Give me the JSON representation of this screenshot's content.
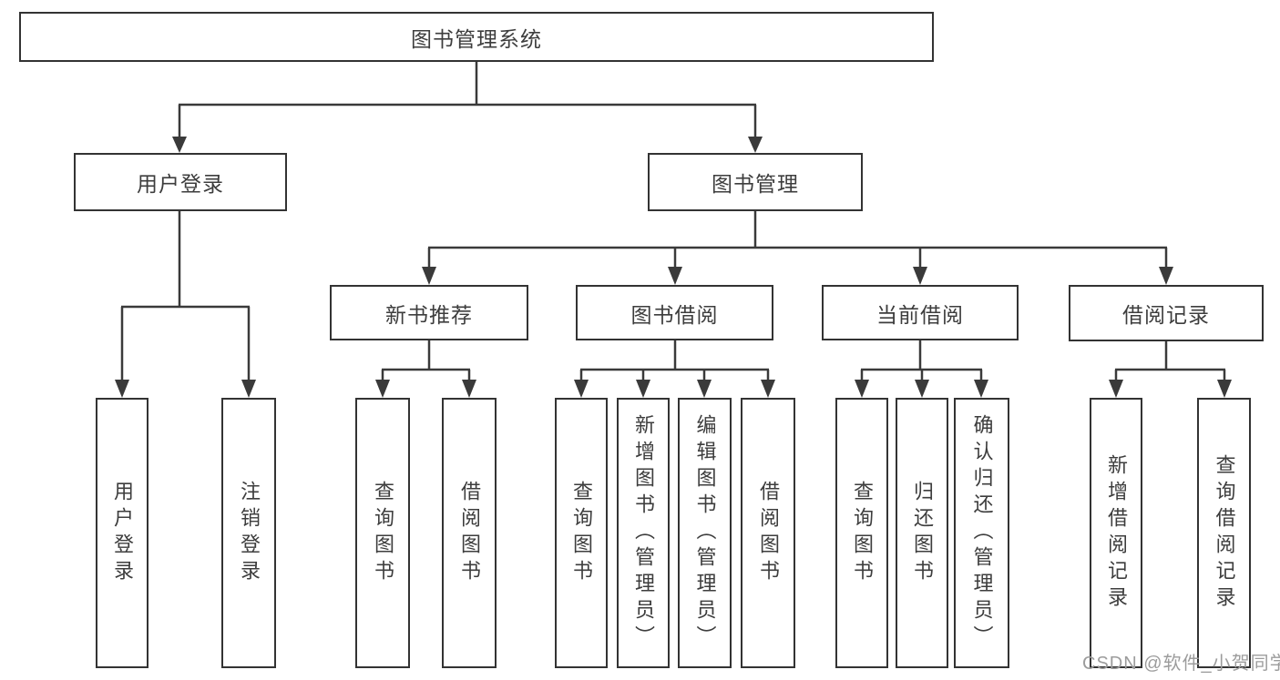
{
  "colors": {
    "background": "#ffffff",
    "box_border": "#333333",
    "connector_line": "#3a3a3a",
    "text": "#3d3d3d",
    "watermark": "#9c9c9c"
  },
  "watermark": {
    "text": "CSDN @软件_小贺同学"
  },
  "tree": {
    "root": {
      "label": "图书管理系统",
      "children": [
        {
          "label": "用户登录",
          "children": [
            {
              "label": "用户登录"
            },
            {
              "label": "注销登录"
            }
          ]
        },
        {
          "label": "图书管理",
          "children": [
            {
              "label": "新书推荐",
              "children": [
                {
                  "label": "查询图书"
                },
                {
                  "label": "借阅图书"
                }
              ]
            },
            {
              "label": "图书借阅",
              "children": [
                {
                  "label": "查询图书"
                },
                {
                  "label": "新增图书（管理员）"
                },
                {
                  "label": "编辑图书（管理员）"
                },
                {
                  "label": "借阅图书"
                }
              ]
            },
            {
              "label": "当前借阅",
              "children": [
                {
                  "label": "查询图书"
                },
                {
                  "label": "归还图书"
                },
                {
                  "label": "确认归还（管理员）"
                }
              ]
            },
            {
              "label": "借阅记录",
              "children": [
                {
                  "label": "新增借阅记录"
                },
                {
                  "label": "查询借阅记录"
                }
              ]
            }
          ]
        }
      ]
    }
  }
}
